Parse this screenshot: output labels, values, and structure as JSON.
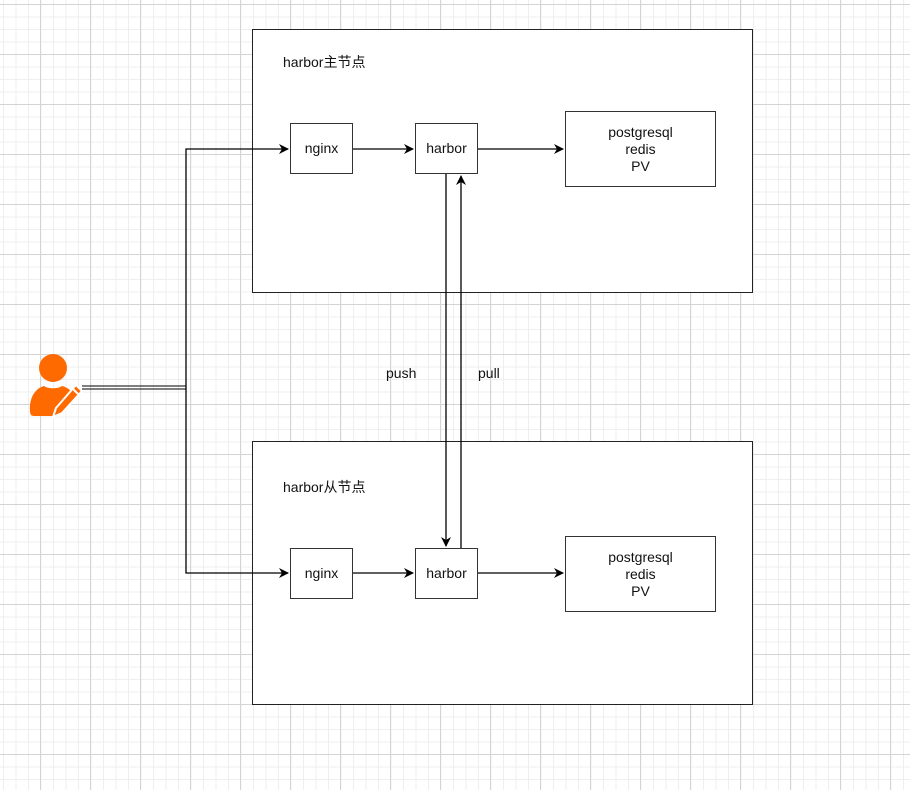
{
  "diagram": {
    "master": {
      "title": "harbor主节点",
      "nginx": "nginx",
      "harbor": "harbor",
      "storage": [
        "postgresql",
        "redis",
        "PV"
      ]
    },
    "slave": {
      "title": "harbor从节点",
      "nginx": "nginx",
      "harbor": "harbor",
      "storage": [
        "postgresql",
        "redis",
        "PV"
      ]
    },
    "edges": {
      "push": "push",
      "pull": "pull"
    },
    "actor": {
      "icon": "user-edit-icon",
      "color": "#ff6a00"
    }
  }
}
